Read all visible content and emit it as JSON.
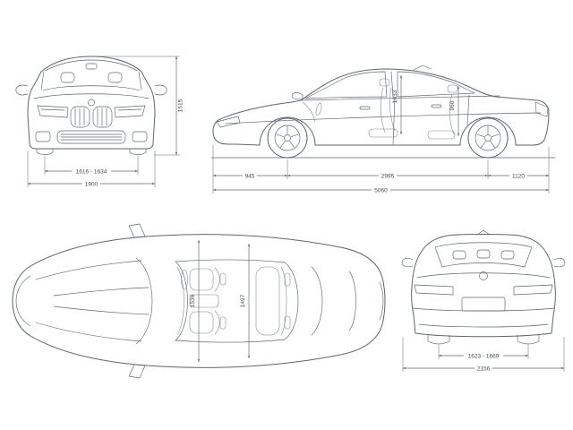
{
  "title": "car-dimensions-blueprint",
  "colors": {
    "line": "#5d6670",
    "label": "#434b54",
    "background": "#ffffff"
  },
  "views": {
    "front": {
      "height": "1515",
      "track": "1616 - 1634",
      "width": "1900"
    },
    "side": {
      "front_headroom": "1033",
      "rear_headroom": "960",
      "front_overhang": "945",
      "wheelbase": "2995",
      "rear_overhang": "1120",
      "length": "5060"
    },
    "top": {
      "front_interior_width": "1536",
      "rear_interior_width": "1497"
    },
    "rear": {
      "track": "1623 - 1669",
      "width": "2156"
    }
  }
}
